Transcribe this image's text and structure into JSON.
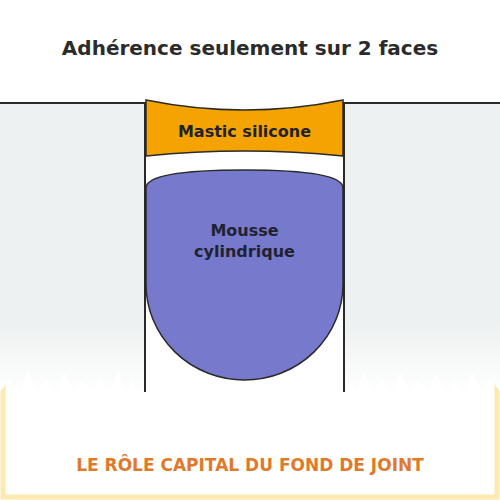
{
  "diagram": {
    "title": "Adhérence seulement sur 2 faces",
    "caption": "LE RÔLE CAPITAL DU FOND DE JOINT",
    "nodes": [
      {
        "text": [
          "Mastic silicone"
        ]
      },
      {
        "text": [
          "Mousse cylindrique"
        ]
      }
    ]
  }
}
